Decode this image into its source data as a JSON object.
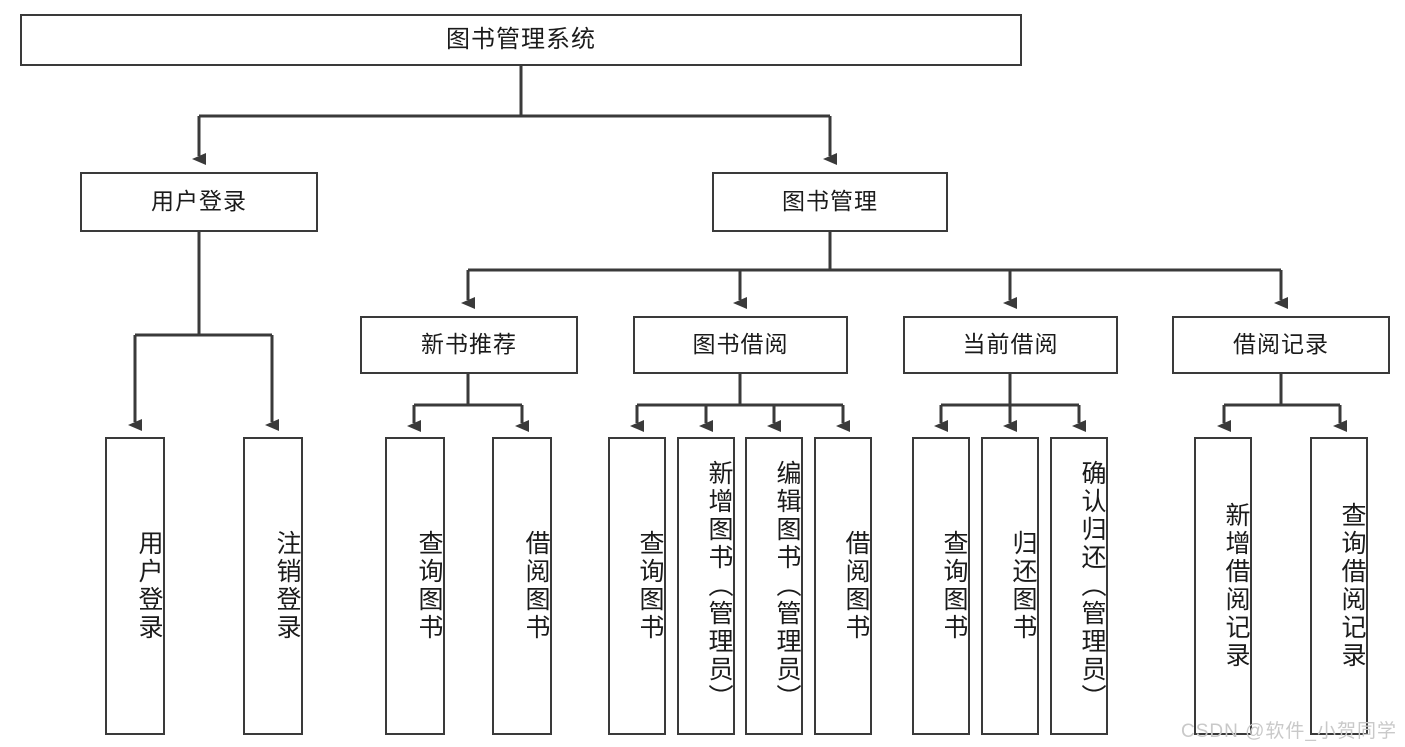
{
  "diagram": {
    "type": "tree",
    "title": "图书管理系统",
    "watermark": "CSDN @软件_小贺同学",
    "colors": {
      "stroke": "#3a3a3a",
      "fill": "#ffffff",
      "text": "#1b1b1b",
      "watermark": "#c9c9c9"
    },
    "root": {
      "label": "图书管理系统"
    },
    "level2": [
      {
        "label": "用户登录"
      },
      {
        "label": "图书管理"
      }
    ],
    "level3": [
      {
        "label": "新书推荐"
      },
      {
        "label": "图书借阅"
      },
      {
        "label": "当前借阅"
      },
      {
        "label": "借阅记录"
      }
    ],
    "leaves": {
      "user_login": [
        {
          "label": "用户登录"
        },
        {
          "label": "注销登录"
        }
      ],
      "new_book_recommend": [
        {
          "label": "查询图书"
        },
        {
          "label": "借阅图书"
        }
      ],
      "book_borrow": [
        {
          "label": "查询图书"
        },
        {
          "label": "新增图书（管理员）"
        },
        {
          "label": "编辑图书（管理员）"
        },
        {
          "label": "借阅图书"
        }
      ],
      "current_borrow": [
        {
          "label": "查询图书"
        },
        {
          "label": "归还图书"
        },
        {
          "label": "确认归还（管理员）"
        }
      ],
      "borrow_record": [
        {
          "label": "新增借阅记录"
        },
        {
          "label": "查询借阅记录"
        }
      ]
    }
  }
}
